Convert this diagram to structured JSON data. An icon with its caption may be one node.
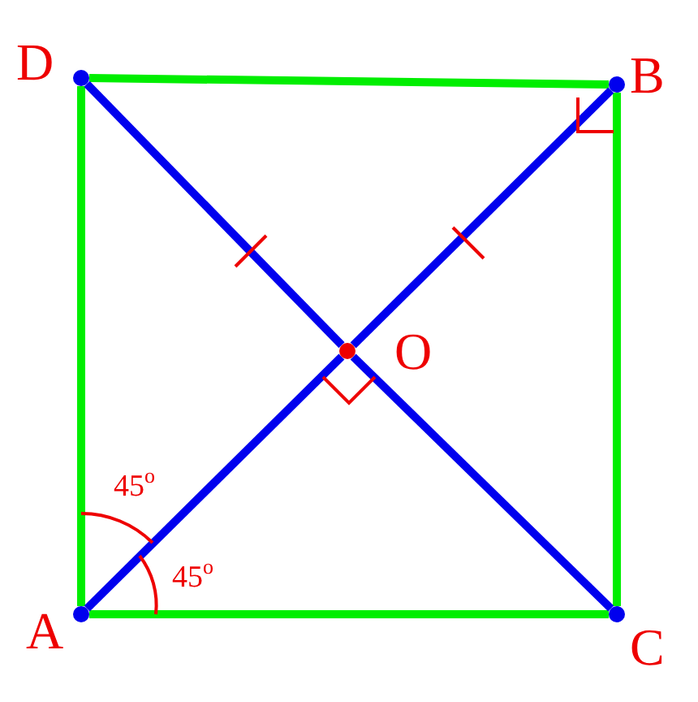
{
  "diagram": {
    "nodes": [
      {
        "text": [],
        "shape": "circle",
        "beside": [
          "D"
        ]
      },
      {
        "text": [],
        "shape": "circle",
        "beside": [
          "B"
        ]
      },
      {
        "text": [],
        "shape": "circle",
        "beside": [
          "O"
        ]
      },
      {
        "text": [],
        "shape": "circle",
        "beside": [
          "A"
        ]
      },
      {
        "text": [],
        "shape": "circle",
        "beside": [
          "C"
        ]
      }
    ],
    "edges": [
      {
        "from": 0,
        "to": 1,
        "arrow": "none",
        "color": "#00ee00"
      },
      {
        "from": 1,
        "to": 4,
        "arrow": "none",
        "color": "#00ee00"
      },
      {
        "from": 4,
        "to": 3,
        "arrow": "none",
        "color": "#00ee00"
      },
      {
        "from": 3,
        "to": 0,
        "arrow": "none",
        "color": "#00ee00"
      },
      {
        "from": 0,
        "to": 2,
        "arrow": "none",
        "color": "#0000ee"
      },
      {
        "from": 2,
        "to": 4,
        "arrow": "none",
        "color": "#0000ee"
      },
      {
        "from": 3,
        "to": 2,
        "arrow": "none",
        "color": "#0000ee"
      },
      {
        "from": 2,
        "to": 1,
        "arrow": "none",
        "color": "#0000ee"
      }
    ],
    "labels": [
      "45$^{o}$",
      "45$^{o}$"
    ]
  }
}
